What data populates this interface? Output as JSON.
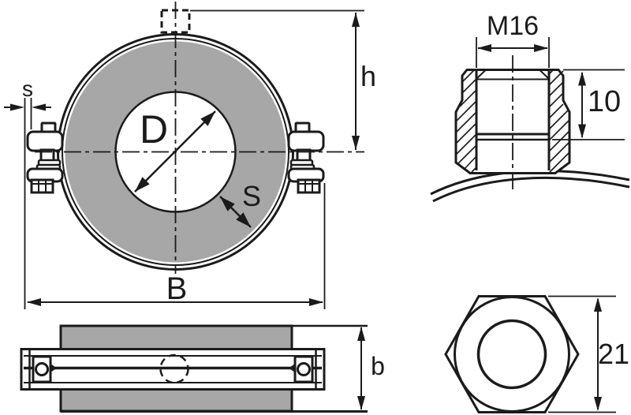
{
  "drawing": {
    "front_view": {
      "d_label": "D",
      "s_ring_label": "S",
      "s_band_label": "s",
      "h_label": "h",
      "b_width_label": "B"
    },
    "side_view": {
      "b_label": "b"
    },
    "boss_view": {
      "thread_label": "M16",
      "depth_label": "10"
    },
    "nut_view": {
      "width_label": "21"
    }
  },
  "colors": {
    "insulation": "#a7a7a7",
    "line": "#1b1b1b",
    "background": "#ffffff"
  }
}
